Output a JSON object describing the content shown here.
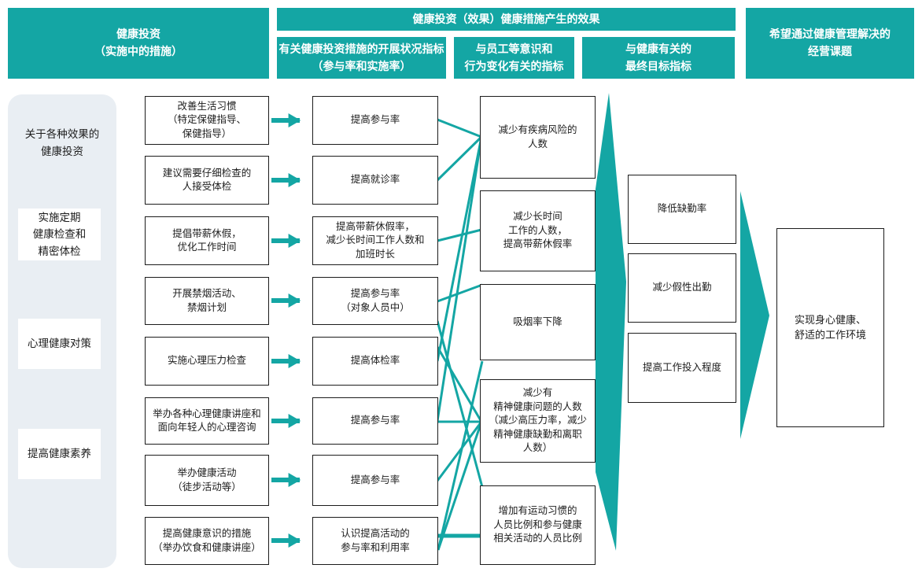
{
  "colors": {
    "accent_teal": "#14A6A4",
    "sidebar_gray": "#E9EEF3",
    "box_border": "#1c1c1c"
  },
  "header": {
    "investment_title": "健康投资\n（实施中的措施）",
    "effect_title": "健康投资（效果）健康措施产生的效果",
    "indicator_development": "有关健康投资措施的开展状况指标\n（参与率和实施率）",
    "indicator_awareness": "与员工等意识和\n行为变化有关的指标",
    "indicator_final": "与健康有关的\n最终目标指标",
    "management_issues": "希望通过健康管理解决的\n经营课题"
  },
  "sidebar": {
    "group1": "关于各种效果的\n健康投资",
    "group2": "实施定期\n健康检查和\n精密体检",
    "group3": "心理健康对策",
    "group4": "提高健康素养"
  },
  "measures": [
    "改善生活习惯\n（特定保健指导、\n保健指导）",
    "建议需要仔细检查的\n人接受体检",
    "提倡带薪休假，\n优化工作时间",
    "开展禁烟活动、\n禁烟计划",
    "实施心理压力检查",
    "举办各种心理健康讲座和\n面向年轻人的心理咨询",
    "举办健康活动\n（徒步活动等）",
    "提高健康意识的措施\n（举办饮食和健康讲座）"
  ],
  "indicators": [
    "提高参与率",
    "提高就诊率",
    "提高带薪休假率，\n减少长时间工作人数和\n加班时长",
    "提高参与率\n（对象人员中）",
    "提高体检率",
    "提高参与率",
    "提高参与率",
    "认识提高活动的\n参与率和利用率"
  ],
  "outcomes": [
    "减少有疾病风险的\n人数",
    "减少长时间\n工作的人数，\n提高带薪休假率",
    "吸烟率下降",
    "减少有\n精神健康问题的人数\n（减少高压力率，减少\n精神健康缺勤和离职\n人数）",
    "增加有运动习惯的\n人员比例和参与健康\n相关活动的人员比例"
  ],
  "final_indicators": [
    "降低缺勤率",
    "减少假性出勤",
    "提高工作投入程度"
  ],
  "goal": "实现身心健康、\n舒适的工作环境"
}
